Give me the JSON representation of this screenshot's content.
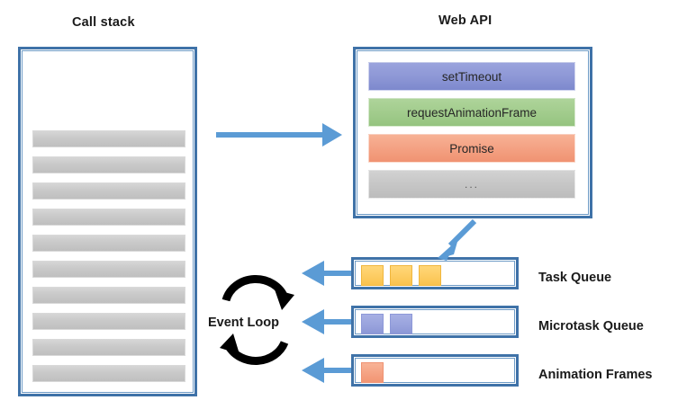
{
  "diagram": {
    "title_call_stack": "Call stack",
    "title_web_api": "Web API",
    "event_loop_label": "Event Loop",
    "background": "#ffffff",
    "frame_border_color": "#3f72a8",
    "arrow_color": "#5b9bd5",
    "event_loop_arrow_color": "#000000"
  },
  "call_stack": {
    "label": "Call stack",
    "frames_count": 10,
    "frame_color": "#c9c9c9",
    "frames": [
      {
        "index": 1
      },
      {
        "index": 2
      },
      {
        "index": 3
      },
      {
        "index": 4
      },
      {
        "index": 5
      },
      {
        "index": 6
      },
      {
        "index": 7
      },
      {
        "index": 8
      },
      {
        "index": 9
      },
      {
        "index": 10
      }
    ]
  },
  "web_api": {
    "label": "Web API",
    "items": [
      {
        "label": "setTimeout",
        "color": "#8e98d6",
        "kind": "macrotask-source"
      },
      {
        "label": "requestAnimationFrame",
        "color": "#a2cc8d",
        "kind": "animation-source"
      },
      {
        "label": "Promise",
        "color": "#f4a183",
        "kind": "microtask-source"
      },
      {
        "label": "...",
        "color": "#c6c6c6",
        "kind": "other"
      }
    ]
  },
  "queues": [
    {
      "name": "Task Queue",
      "chip_color": "#fdcc62",
      "chip_count": 3,
      "chips": [
        {
          "i": 0
        },
        {
          "i": 1
        },
        {
          "i": 2
        }
      ]
    },
    {
      "name": "Microtask Queue",
      "chip_color": "#99a3dd",
      "chip_count": 2,
      "chips": [
        {
          "i": 0
        },
        {
          "i": 1
        }
      ]
    },
    {
      "name": "Animation Frames",
      "chip_color": "#f5a283",
      "chip_count": 1,
      "chips": [
        {
          "i": 0
        }
      ]
    }
  ],
  "arrows": [
    {
      "name": "call-stack-to-web-api",
      "direction": "right",
      "color": "#5b9bd5"
    },
    {
      "name": "web-api-to-task-queue",
      "direction": "down-left",
      "color": "#5b9bd5"
    },
    {
      "name": "task-queue-to-event-loop",
      "direction": "left",
      "color": "#5b9bd5"
    },
    {
      "name": "microtask-queue-to-event-loop",
      "direction": "left",
      "color": "#5b9bd5"
    },
    {
      "name": "animation-frames-to-event-loop",
      "direction": "left",
      "color": "#5b9bd5"
    }
  ]
}
